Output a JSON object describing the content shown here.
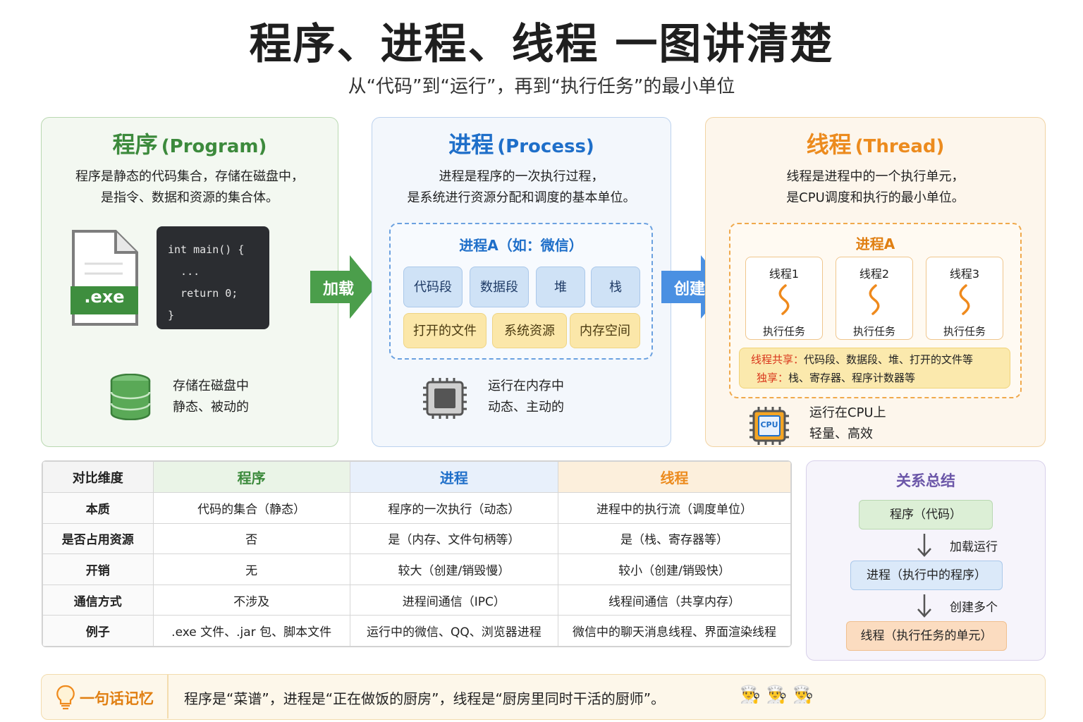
{
  "header": {
    "title": "程序、进程、线程  一图讲清楚",
    "subtitle": "从“代码”到“运行”，再到“执行任务”的最小单位"
  },
  "colors": {
    "green": "#3c8a3c",
    "blue": "#1f6fc9",
    "orange": "#ec8b1e",
    "purple": "#6b56a8"
  },
  "program": {
    "title_cn": "程序",
    "title_en": "(Program)",
    "desc": [
      "程序是静态的代码集合，存储在磁盘中，",
      "是指令、数据和资源的集合体。"
    ],
    "file_label": ".exe",
    "code_lines": [
      "int main() {",
      "  ...",
      "  return 0;",
      "}"
    ],
    "info": [
      "存储在磁盘中",
      "静态、被动的"
    ]
  },
  "arrow_load": "加载",
  "process": {
    "title_cn": "进程",
    "title_en": "(Process)",
    "desc": [
      "进程是程序的一次执行过程，",
      "是系统进行资源分配和调度的基本单位。"
    ],
    "box_title": "进程A（如：微信）",
    "segments": [
      "代码段",
      "数据段",
      "堆",
      "栈"
    ],
    "resources": [
      "打开的文件",
      "系统资源",
      "内存空间"
    ],
    "info": [
      "运行在内存中",
      "动态、主动的"
    ]
  },
  "arrow_create": "创建",
  "thread": {
    "title_cn": "线程",
    "title_en": "(Thread)",
    "desc": [
      "线程是进程中的一个执行单元，",
      "是CPU调度和执行的最小单位。"
    ],
    "box_title": "进程A",
    "threads": [
      {
        "name": "线程1",
        "task": "执行任务"
      },
      {
        "name": "线程2",
        "task": "执行任务"
      },
      {
        "name": "线程3",
        "task": "执行任务"
      }
    ],
    "shared_label": "线程共享：",
    "shared_text": "代码段、数据段、堆、打开的文件等",
    "own_label": "独享：",
    "own_text": "栈、寄存器、程序计数器等",
    "cpu_label": "CPU",
    "info": [
      "运行在CPU上",
      "轻量、高效"
    ]
  },
  "table": {
    "headers": [
      "对比维度",
      "程序",
      "进程",
      "线程"
    ],
    "rows": [
      [
        "本质",
        "代码的集合（静态）",
        "程序的一次执行（动态）",
        "进程中的执行流（调度单位）"
      ],
      [
        "是否占用资源",
        "否",
        "是（内存、文件句柄等）",
        "是（栈、寄存器等）"
      ],
      [
        "开销",
        "无",
        "较大（创建/销毁慢）",
        "较小（创建/销毁快）"
      ],
      [
        "通信方式",
        "不涉及",
        "进程间通信（IPC）",
        "线程间通信（共享内存）"
      ],
      [
        "例子",
        ".exe 文件、.jar 包、脚本文件",
        "运行中的微信、QQ、浏览器进程",
        "微信中的聊天消息线程、界面渲染线程"
      ]
    ]
  },
  "summary": {
    "title": "关系总结",
    "step1": "程序（代码）",
    "arrow1": "加载运行",
    "step2": "进程（执行中的程序）",
    "arrow2": "创建多个",
    "step3": "线程（执行任务的单元）"
  },
  "memo": {
    "label": "一句话记忆",
    "text": "程序是“菜谱”，进程是“正在做饭的厨房”，线程是“厨房里同时干活的厨师”。",
    "emoji": "👨‍🍳 👨‍🍳 👨‍🍳"
  }
}
